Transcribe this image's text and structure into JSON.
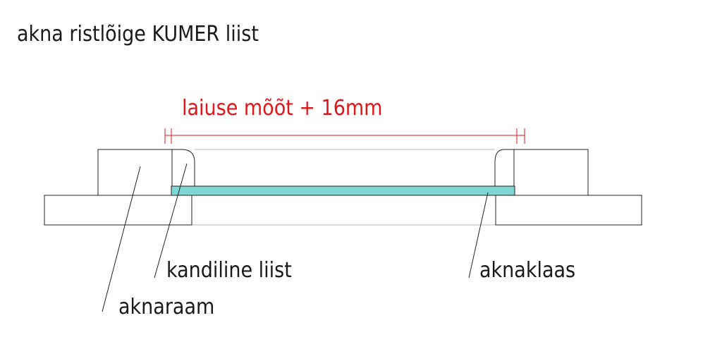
{
  "title": "akna ristlõige KUMER liist",
  "dimension": {
    "label": "laiuse mõõt + 16mm",
    "color": "#e0161a"
  },
  "labels": {
    "frame": "aknaraam",
    "bead": "kandiline liist",
    "glass": "aknaklaas"
  },
  "colors": {
    "glass_fill": "#7fd6d3",
    "line": "#222222"
  }
}
